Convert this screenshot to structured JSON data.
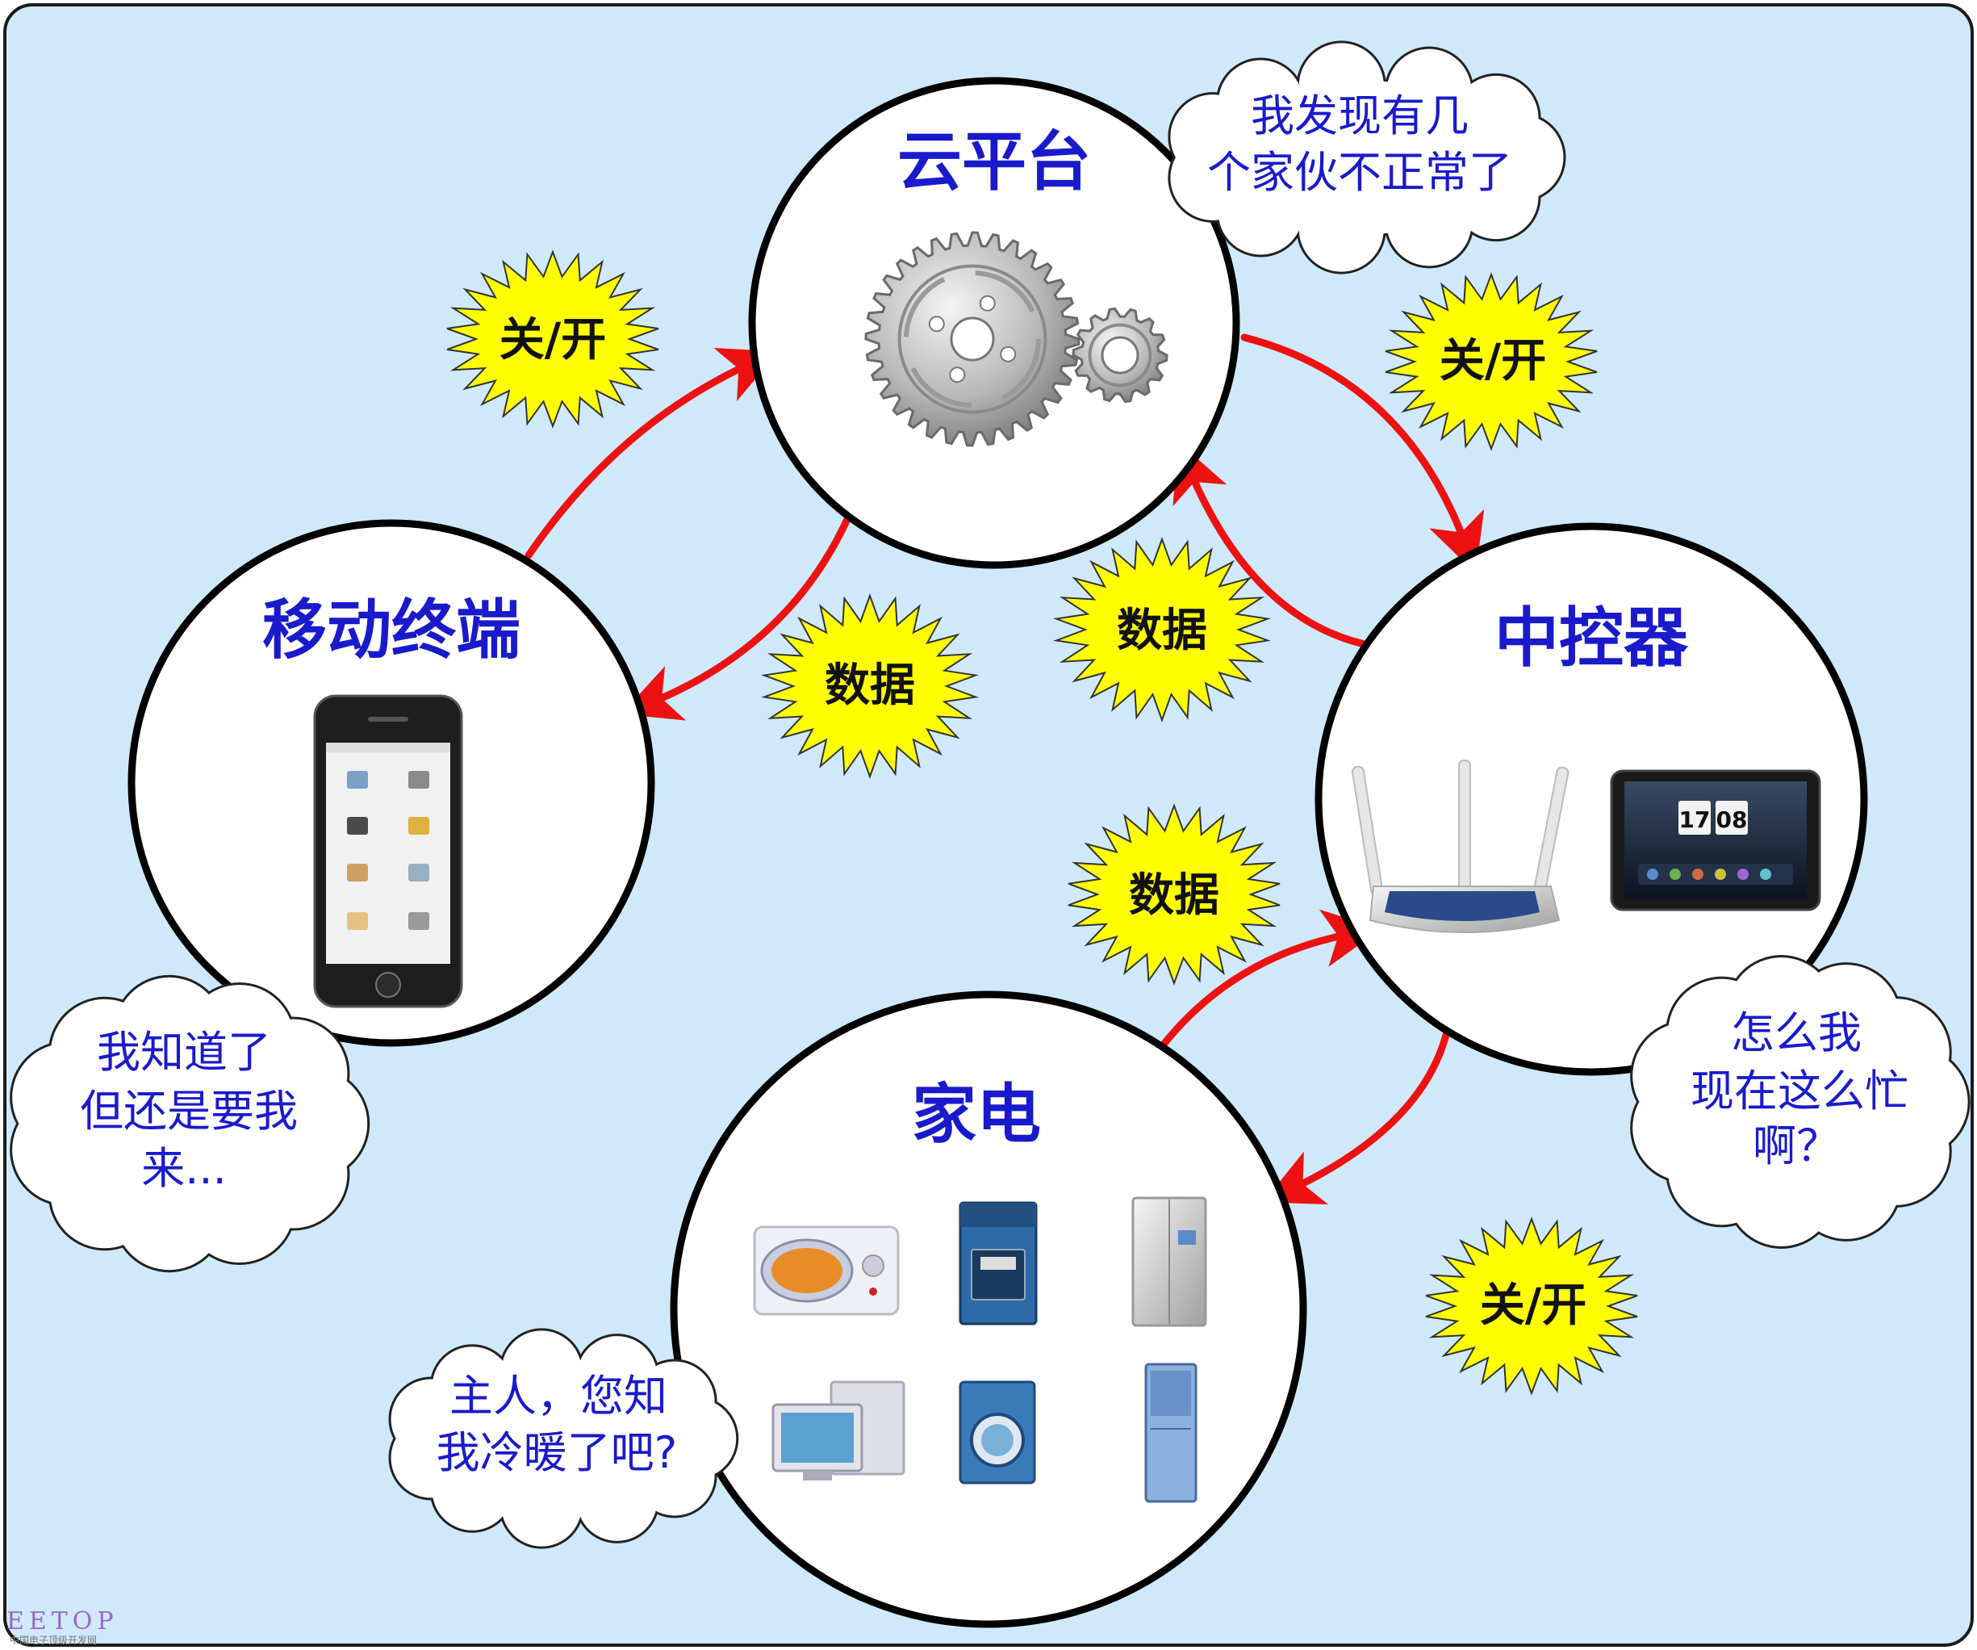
{
  "nodes": {
    "cloud": {
      "title": "云平台",
      "icon": "gear-icon"
    },
    "mobile": {
      "title": "移动终端",
      "icon": "smartphone-icon"
    },
    "controller": {
      "title": "中控器",
      "icons": [
        "router-icon",
        "tablet-icon"
      ]
    },
    "appliances": {
      "title": "家电",
      "icons": [
        "microwave-icon",
        "stove-icon",
        "refrigerator-icon",
        "computer-icon",
        "washing-machine-icon",
        "air-conditioner-icon"
      ]
    }
  },
  "bubbles": {
    "cloud": [
      "我发现有几",
      "个家伙不正常了"
    ],
    "mobile": [
      "我知道了",
      "但还是要我",
      "来..."
    ],
    "controller": [
      "怎么我",
      "现在这么忙",
      "啊？"
    ],
    "appliances": [
      "主人，您知",
      "我冷暖了吧?"
    ]
  },
  "bursts": {
    "mobile_to_cloud": "关/开",
    "cloud_to_mobile": "数据",
    "cloud_to_controller": "关/开",
    "controller_to_cloud": "数据",
    "appliances_to_controller": "数据",
    "controller_to_appliances": "关/开"
  },
  "device_screens": {
    "tablet_clock_hour": "17",
    "tablet_clock_minute": "08"
  },
  "watermark": {
    "brand": "EETOP",
    "tagline": "中国电子顶级开发网"
  },
  "colors": {
    "background": "#cfe9fb",
    "frame": "#1a1a1a",
    "arrow": "#ee1111",
    "burst_fill": "#ffff00",
    "title": "#1a1acc"
  }
}
